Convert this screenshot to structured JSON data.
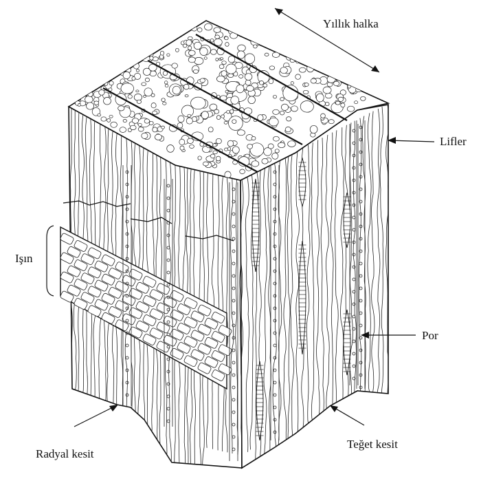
{
  "labels": {
    "annual_ring": "Yıllık halka",
    "fibers": "Lifler",
    "ray": "Işın",
    "pore": "Por",
    "radial_section": "Radyal kesit",
    "tangential_section": "Teğet kesit"
  }
}
